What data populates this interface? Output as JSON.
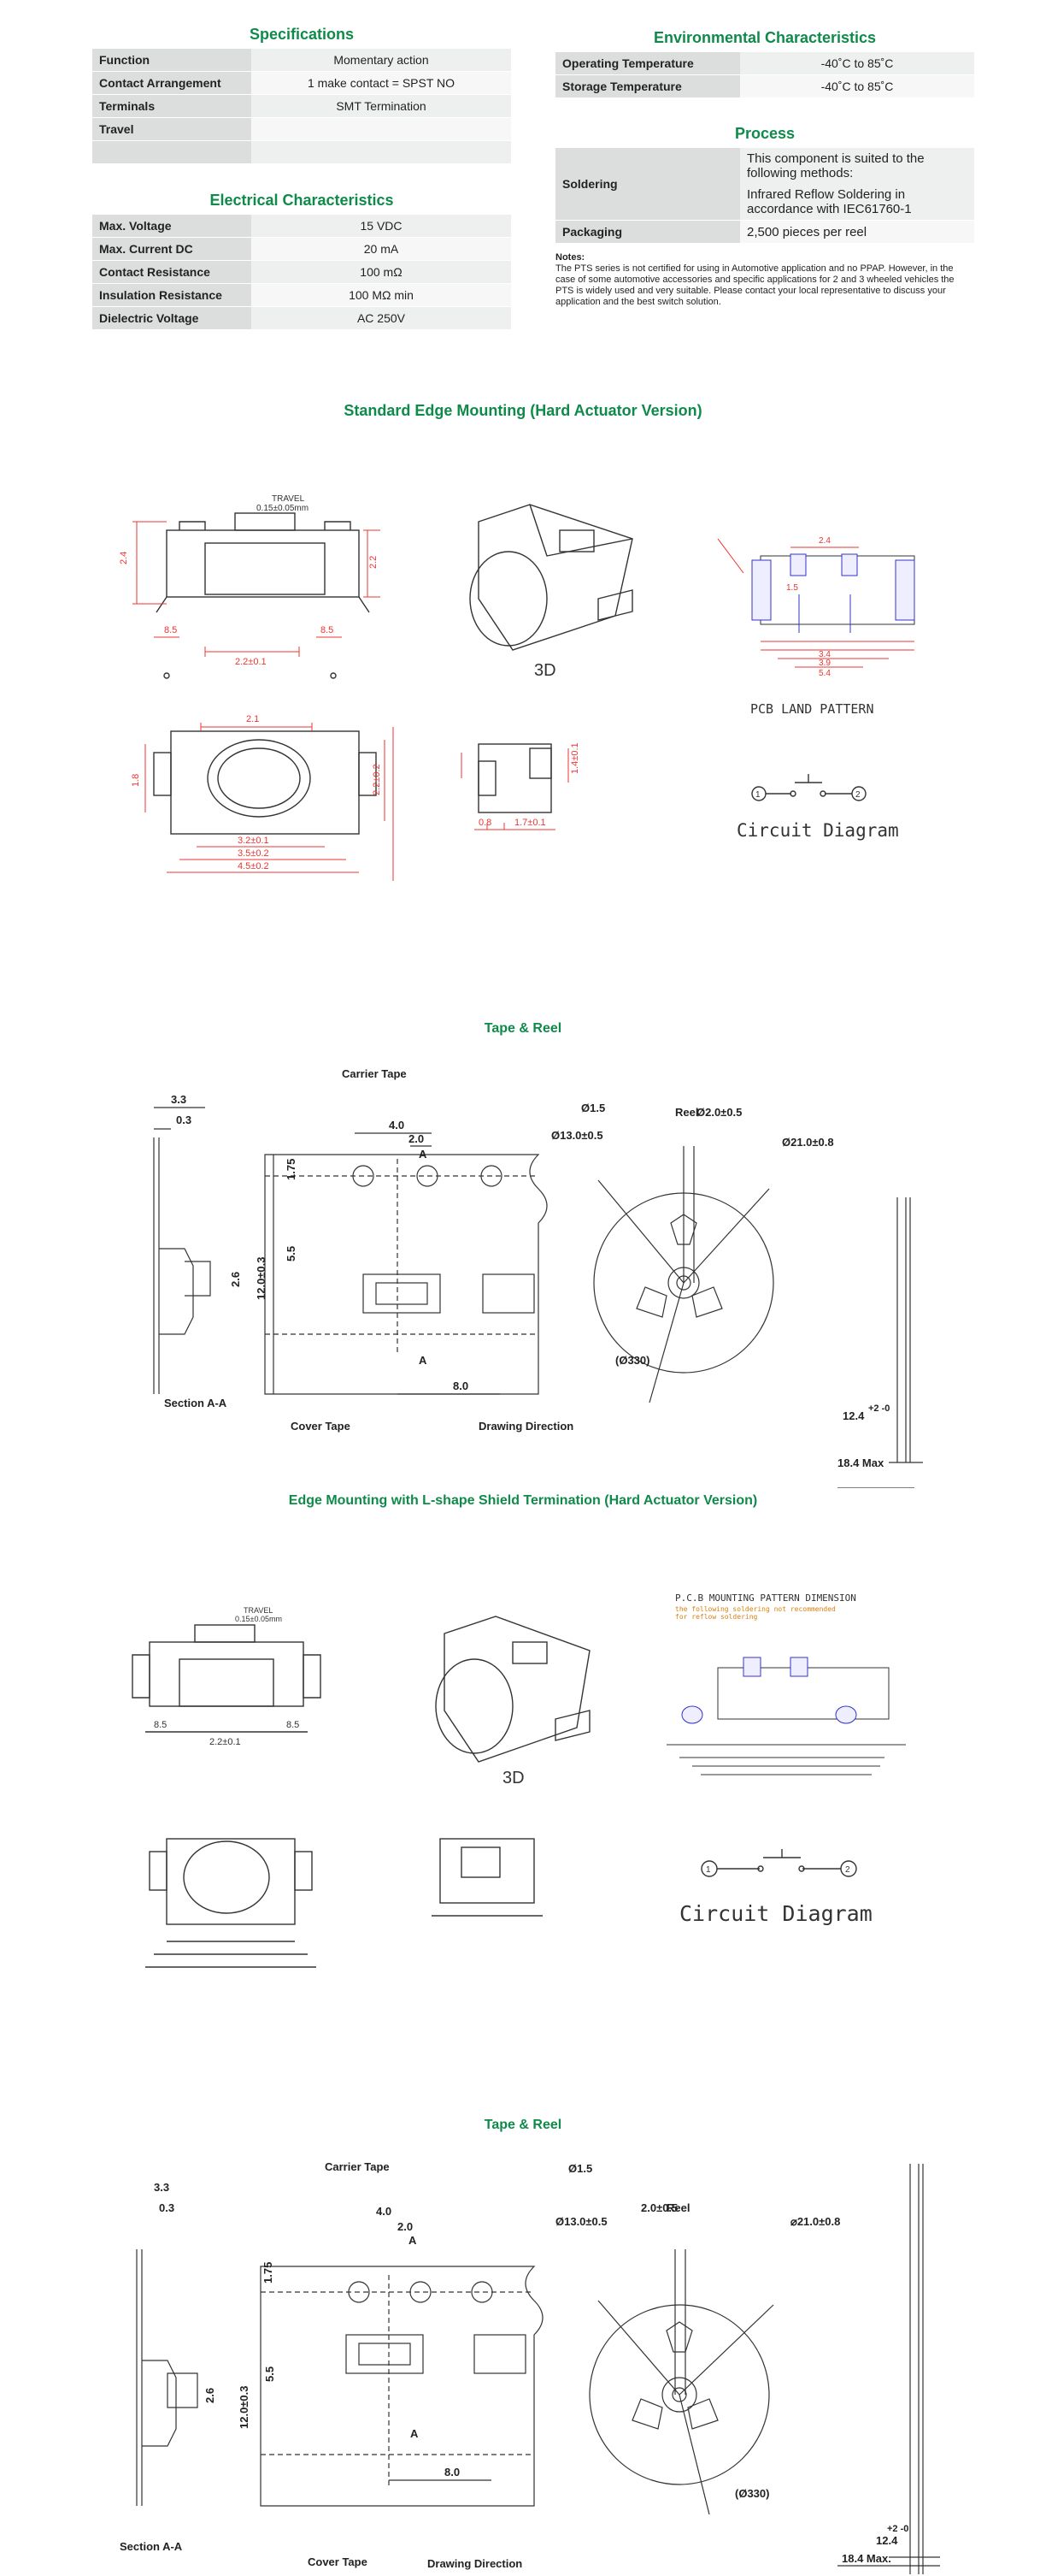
{
  "specifications": {
    "title": "Specifications",
    "rows": [
      {
        "label": "Function",
        "value": "Momentary action"
      },
      {
        "label": "Contact Arrangement",
        "value": "1 make contact = SPST NO"
      },
      {
        "label": "Terminals",
        "value": "SMT Termination"
      },
      {
        "label": "Travel",
        "value": ""
      },
      {
        "label": "",
        "value": ""
      }
    ]
  },
  "electrical": {
    "title": "Electrical Characteristics",
    "rows": [
      {
        "label": "Max. Voltage",
        "value": "15 VDC"
      },
      {
        "label": "Max. Current DC",
        "value": "20 mA"
      },
      {
        "label": "Contact Resistance",
        "value": "100 mΩ"
      },
      {
        "label": "Insulation Resistance",
        "value": "100 MΩ min"
      },
      {
        "label": "Dielectric Voltage",
        "value": "AC 250V"
      }
    ]
  },
  "environmental": {
    "title": "Environmental Characteristics",
    "rows": [
      {
        "label": "Operating Temperature",
        "value": "-40˚C to 85˚C"
      },
      {
        "label": "Storage Temperature",
        "value": "-40˚C to 85˚C"
      }
    ]
  },
  "process": {
    "title": "Process",
    "soldering_label": "Soldering",
    "soldering_line1": "This component is suited to the following methods:",
    "soldering_line2": "Infrared Reflow Soldering in accordance with IEC61760-1",
    "packaging_label": "Packaging",
    "packaging_value": "2,500 pieces per reel"
  },
  "notes": {
    "heading": "Notes:",
    "text": "The PTS series is not certified for using in Automotive application and no PPAP. However, in the case of some automotive accessories and specific applications for 2 and 3 wheeled vehicles the PTS is widely used and very suitable. Please contact your local representative to discuss your application and the best switch solution."
  },
  "section1": {
    "title": "Standard Edge Mounting (Hard Actuator Version)",
    "travel": "TRAVEL",
    "travel_value": "0.15±0.05mm",
    "label_3d": "3D",
    "pcb_label": "PCB LAND PATTERN",
    "circuit_label": "Circuit Diagram",
    "dims": [
      "2.4",
      "2.2",
      "8.5",
      "8.5",
      "2.2±0.1",
      "2.1",
      "1.8",
      "2.2±0.2",
      "3.2±0.1",
      "3.5±0.2",
      "4.5±0.2",
      "0.8",
      "1.7±0.1",
      "1.4±0.1",
      "2.4",
      "3.4",
      "3.9",
      "5.4",
      "1.5"
    ]
  },
  "tape1": {
    "title": "Tape & Reel",
    "carrier_tape": "Carrier Tape",
    "reel": "Reel",
    "section": "Section A-A",
    "cover_tape": "Cover Tape",
    "drawing_direction": "Drawing Direction",
    "dims": {
      "d33": "3.3",
      "d03": "0.3",
      "d26": "2.6",
      "d40": "4.0",
      "d20": "2.0",
      "dA": "A",
      "d175": "1.75",
      "d120": "12.0±0.3",
      "d55": "5.5",
      "d80": "8.0",
      "d15": "Ø1.5",
      "d130": "Ø13.0±0.5",
      "d20r": "Ø2.0±0.5",
      "d210": "Ø21.0±0.8",
      "d330": "(Ø330)",
      "d124": "12.4",
      "d124_tol": "+2 -0",
      "d184": "18.4 Max"
    }
  },
  "section2": {
    "title": "Edge Mounting with L-shape Shield Termination (Hard Actuator Version)",
    "travel": "TRAVEL",
    "travel_value": "0.15±0.05mm",
    "label_3d": "3D",
    "pcb_title": "P.C.B MOUNTING PATTERN DIMENSION",
    "pcb_note1": "the following soldering not recommended",
    "pcb_note2": "for reflow soldering",
    "circuit_label": "Circuit Diagram"
  },
  "tape2": {
    "title": "Tape & Reel",
    "carrier_tape": "Carrier Tape",
    "reel": "Reel",
    "section": "Section A-A",
    "cover_tape": "Cover Tape",
    "drawing_direction": "Drawing Direction",
    "dims": {
      "d33": "3.3",
      "d03": "0.3",
      "d26": "2.6",
      "d40": "4.0",
      "d20": "2.0",
      "dA": "A",
      "d175": "1.75",
      "d120": "12.0±0.3",
      "d55": "5.5",
      "d80": "8.0",
      "d15": "Ø1.5",
      "d130": "Ø13.0±0.5",
      "d20r": "2.0±0.5",
      "d210": "⌀21.0±0.8",
      "d330": "(Ø330)",
      "d124": "12.4",
      "d124_tol": "+2 -0",
      "d184": "18.4 Max."
    }
  }
}
